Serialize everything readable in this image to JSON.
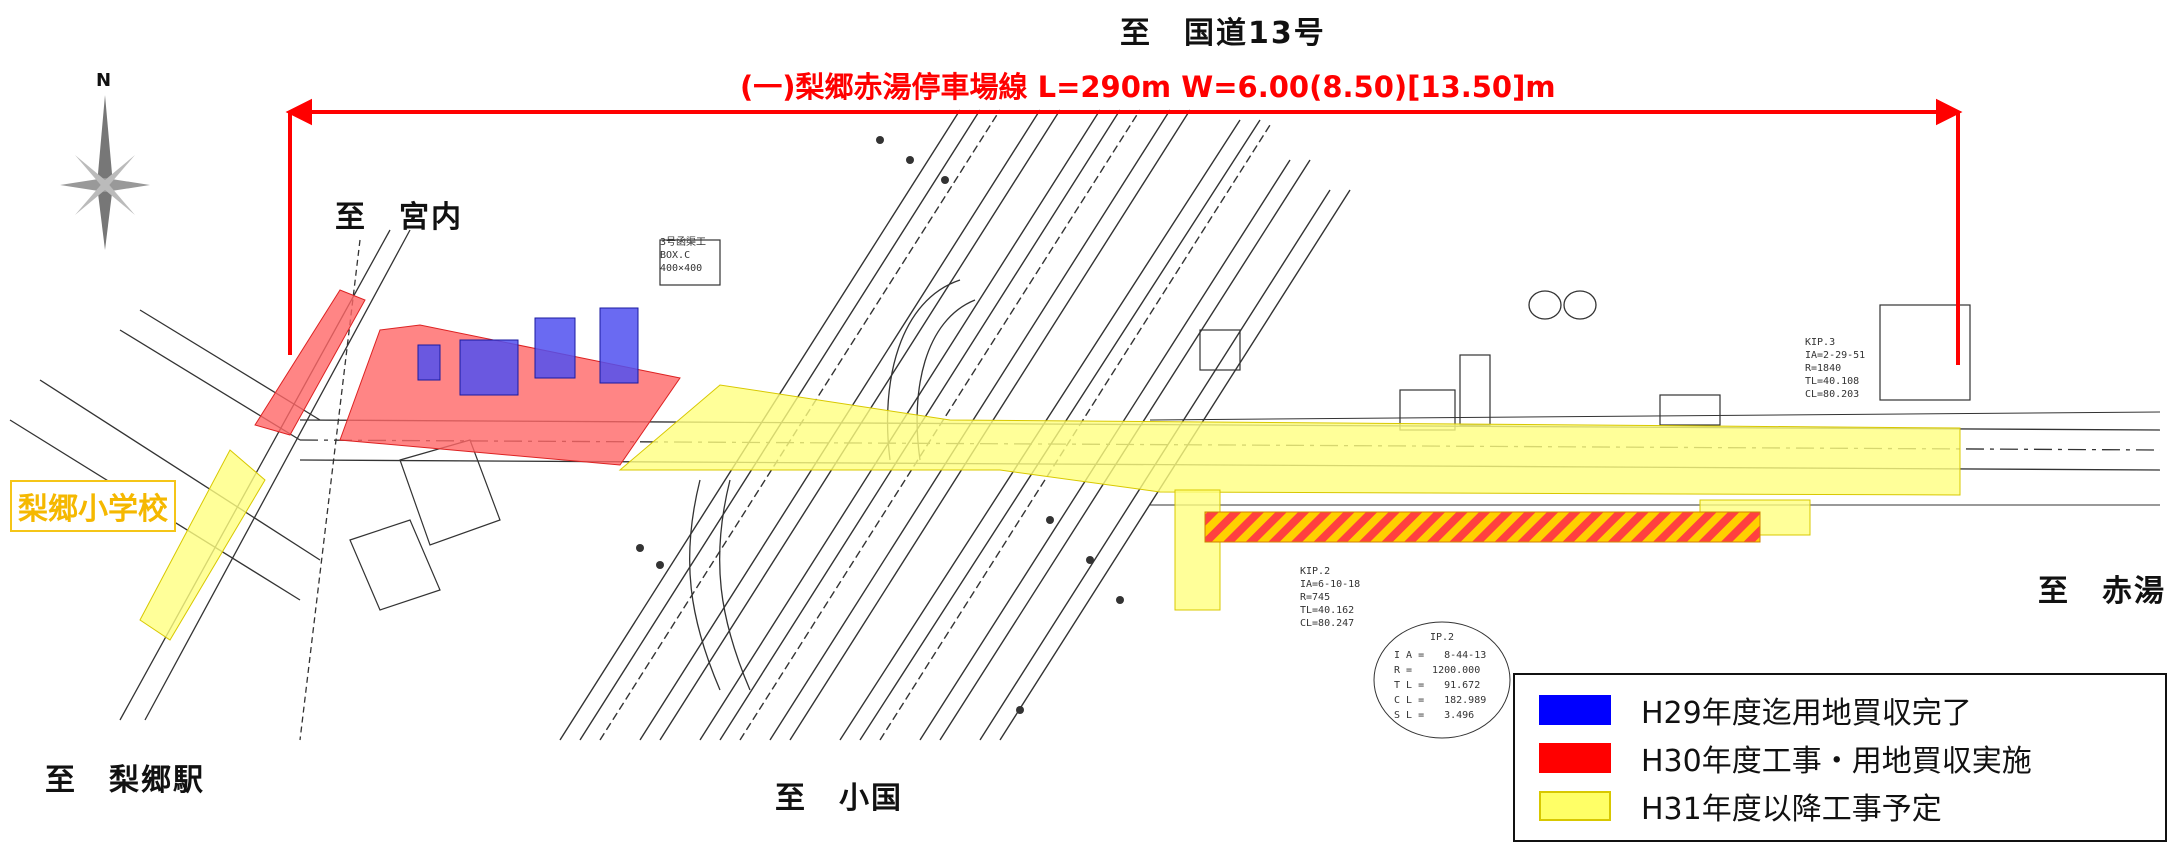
{
  "labels": {
    "north_label": "N",
    "north_direction": "至　国道13号",
    "route_title": "(一)梨郷赤湯停車場線 L=290m W=6.00(8.50)[13.50]m",
    "to_miyauchi": "至　宮内",
    "school": "梨郷小学校",
    "to_rigo_station": "至　梨郷駅",
    "to_oguni": "至　小国",
    "to_akayu": "至　赤湯"
  },
  "ip_table": {
    "title": "IP.2",
    "rows": [
      "I A =　　8-44-13",
      "R =　　1200.000",
      "T L =　　91.672",
      "C L =　　182.989",
      "S L =　　3.496"
    ]
  },
  "drawing_notes": {
    "kip2": [
      "KIP.2",
      "IA=6-10-18",
      "R=745",
      "TL=40.162",
      "CL=80.247"
    ],
    "kip3": [
      "KIP.3",
      "IA=2-29-51",
      "R=1840",
      "TL=40.108",
      "CL=80.203"
    ],
    "box": [
      "3号函渠工",
      "BOX.C",
      "400×400"
    ]
  },
  "legend": {
    "items": [
      {
        "label": "H29年度迄用地買収完了",
        "color": "#0000ff"
      },
      {
        "label": "H30年度工事・用地買収実施",
        "color": "#ff0000"
      },
      {
        "label": "H31年度以降工事予定",
        "color": "#ffff66"
      }
    ]
  },
  "colors": {
    "route_arrow": "#ff0000",
    "acquired": "#5050f0",
    "construction": "#ff6666",
    "planned": "#ffff80",
    "hatch_a": "#ff4040",
    "hatch_b": "#ffd000"
  }
}
